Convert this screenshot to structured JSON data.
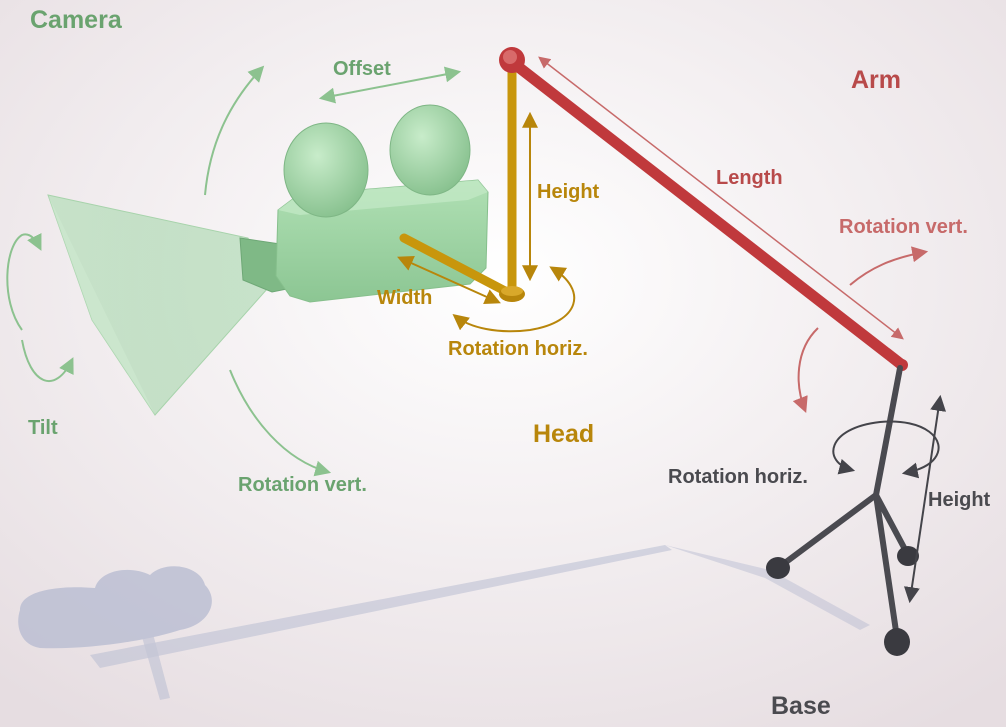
{
  "sections": {
    "camera": "Camera",
    "arm": "Arm",
    "head": "Head",
    "base": "Base"
  },
  "camera_labels": {
    "offset": "Offset",
    "tilt": "Tilt",
    "rotation_vert": "Rotation vert."
  },
  "head_labels": {
    "height": "Height",
    "width": "Width",
    "rotation_horiz": "Rotation horiz."
  },
  "arm_labels": {
    "length": "Length",
    "rotation_vert": "Rotation vert."
  },
  "base_labels": {
    "rotation_horiz": "Rotation horiz.",
    "height": "Height"
  },
  "colors": {
    "camera": "#6aa36f",
    "head": "#b8860b",
    "arm": "#b84a4a",
    "base": "#4a4a4f",
    "camera_body": "#9cd4a2",
    "arm_bar": "#c0393c",
    "head_bar": "#c8960c",
    "base_leg": "#4a4a50"
  }
}
